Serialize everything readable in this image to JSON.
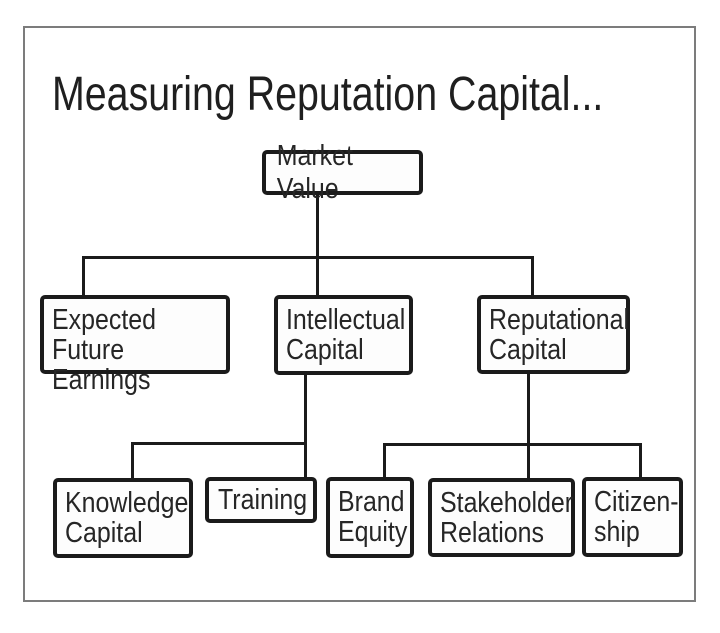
{
  "title": "Measuring Reputation Capital...",
  "tree": {
    "root": {
      "label": "Market Value"
    },
    "children": [
      {
        "label": "Expected\nFuture Earnings",
        "children": []
      },
      {
        "label": "Intellectual\nCapital",
        "children": [
          {
            "label": "Knowledge\nCapital"
          },
          {
            "label": "Training"
          }
        ]
      },
      {
        "label": "Reputational\nCapital",
        "children": [
          {
            "label": "Brand\nEquity"
          },
          {
            "label": "Stakeholder\nRelations"
          },
          {
            "label": "Citizen-\nship"
          }
        ]
      }
    ]
  },
  "colors": {
    "line": "#1b1b1b",
    "frame": "#7c7c7c",
    "text": "#262626",
    "title_color": "#1f1f1f",
    "box_bg": "#fdfdfd",
    "background": "#ffffff"
  }
}
